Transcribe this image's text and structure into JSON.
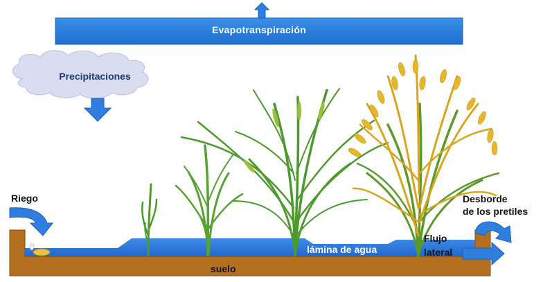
{
  "diagram": {
    "labels": {
      "evapotranspiration": "Evapotranspiración",
      "precipitation": "Precipitaciones",
      "irrigation": "Riego",
      "overflow_line1": "Desborde",
      "overflow_line2": "de los pretiles",
      "water_layer": "lámina de agua",
      "soil": "suelo",
      "lateral_flow_line1": "Flujo",
      "lateral_flow_line2": "lateral"
    },
    "colors": {
      "water": "#2f7de0",
      "soil": "#b5701f",
      "cloud": "#d6dcee",
      "plant_green": "#4f9a2e",
      "plant_mature": "#d9a520"
    },
    "plant_stages": [
      "seedling",
      "young plant",
      "tillering plant",
      "mature plant"
    ]
  }
}
